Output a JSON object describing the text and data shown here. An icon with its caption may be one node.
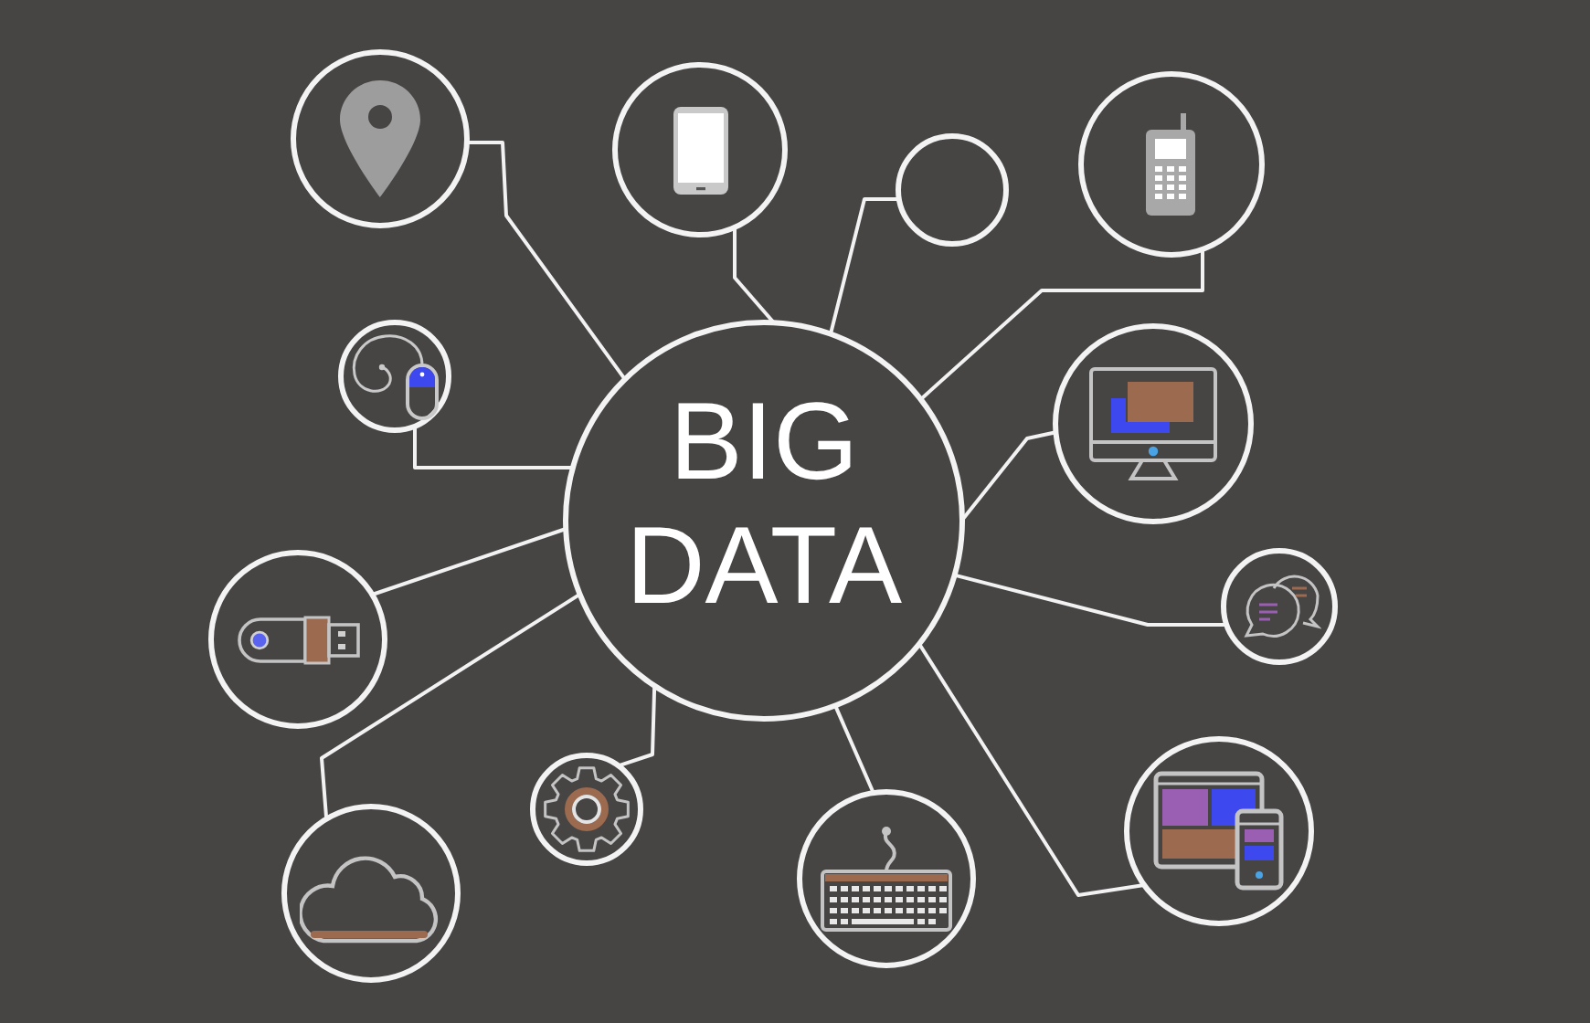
{
  "diagram": {
    "nodes": [
      {
        "text": [
          "BIG DATA"
        ]
      },
      {
        "text": [],
        "shape": "circle"
      },
      {
        "text": [],
        "shape": "circle"
      },
      {
        "text": [],
        "shape": "circle"
      },
      {
        "text": [],
        "shape": "circle"
      },
      {
        "text": [],
        "shape": "circle"
      },
      {
        "text": [],
        "shape": "circle"
      },
      {
        "text": [],
        "shape": "circle"
      },
      {
        "text": [],
        "shape": "circle"
      },
      {
        "text": [],
        "shape": "circle"
      },
      {
        "text": [],
        "shape": "circle"
      },
      {
        "text": [],
        "shape": "circle"
      },
      {
        "text": [],
        "shape": "circle"
      }
    ],
    "edges": [
      {
        "from": 1,
        "to": 0,
        "arrow": "none"
      },
      {
        "from": 2,
        "to": 0,
        "arrow": "none"
      },
      {
        "from": 3,
        "to": 0,
        "arrow": "none"
      },
      {
        "from": 4,
        "to": 0,
        "arrow": "none"
      },
      {
        "from": 5,
        "to": 0,
        "arrow": "none"
      },
      {
        "from": 6,
        "to": 0,
        "arrow": "none"
      },
      {
        "from": 7,
        "to": 0,
        "arrow": "none"
      },
      {
        "from": 8,
        "to": 0,
        "arrow": "none"
      },
      {
        "from": 9,
        "to": 0,
        "arrow": "none"
      },
      {
        "from": 10,
        "to": 0,
        "arrow": "none"
      },
      {
        "from": 11,
        "to": 0,
        "arrow": "none"
      },
      {
        "from": 12,
        "to": 0,
        "arrow": "none"
      }
    ]
  }
}
